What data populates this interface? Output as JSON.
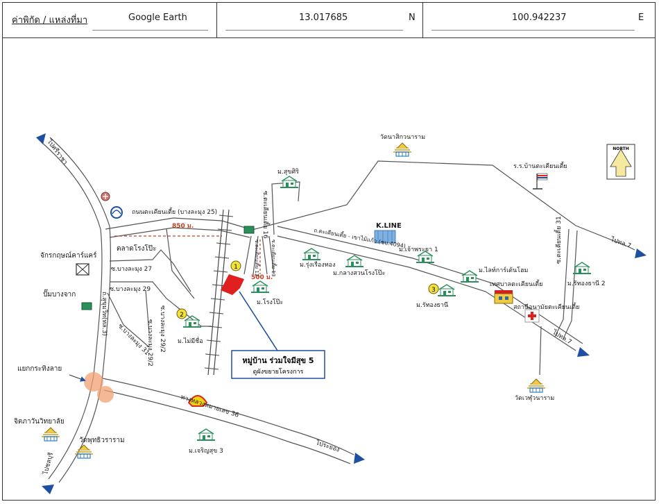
{
  "header": {
    "location_label": "ค่าพิกัด / แหล่งที่มา",
    "source": "Google Earth",
    "latitude": "13.017685",
    "lat_dir": "N",
    "longitude": "100.942237",
    "lon_dir": "E"
  },
  "compass": {
    "label": "NORTH"
  },
  "labels": {
    "to_sriracha": "ไปศรีราชา",
    "to_sriracha_bottom": "ไปชลบุรี",
    "to_rayong": "ไประยอง",
    "to_kho7_top": "ไปทล.7",
    "to_kho7_bottom": "ไปทล.7",
    "road_takhianti_bl25": "ถนนตะเคียนเตี้ย (บางละมุง 25)",
    "dist_850": "850 ม.",
    "dist_500": "500 ม.",
    "talat_rongpo": "ตลาดโรงโป๊ะ",
    "jakkrapong": "จักรกฤษณ์คาร์แคร์",
    "pump_bangjak": "ปั๊มบางจาก",
    "soi_bl27": "ซ.บางละมุง 27",
    "soi_bl29": "ซ.บางละมุง 29",
    "soi_bl29_2": "ซ.บางละมุง 29/2",
    "soi_bl31": "ซ.บางละมุง 31",
    "soi_bl29_2b": "ซ.บางละมุง 29/2",
    "sukhumvit": "ถ.สุขุมวิท(ทล.3)",
    "yaek_krathinglai": "แยกกระทิงลาย",
    "hw36": "ทางหลวงหมายเลข 36",
    "chitpa": "จิตภาวันวิทยาลัย",
    "wat_phutthi": "วัดพุทธิวราราม",
    "m_charoensuk3": "ม.เจริญสุข 3",
    "m_maimeesue": "ม.ไม่มีชื่อ",
    "m_sukkhiri": "ม.สุขศิริ",
    "soi_takhian16": "ซ.ตะเคียนเตี้ย 16",
    "soi_takhian12": "ซ.ตะเคียนเตี้ย 12",
    "soi_takhian13": "ซ.ตะเคียนเตี้ย 13",
    "m_rongpo": "ม.โรงโป๊ะ",
    "wat_satkawan": "วัดนาสิกวนาราม",
    "school_takhian": "ร.ร.บ้านตะเคียนเตี้ย",
    "kline": "K.LINE",
    "main_road": "ถ.ตะเคียนเตี้ย - เขาไม้แก้ว (ชบ.4094)",
    "m_ruangthong": "ม.รุ่งเรืองทอง",
    "m_klangsuan": "ม.กลางสวนโรงโป๊ะ",
    "m_chaophraya1": "ม.เจ้าพระยา 1",
    "m_thaikan": "ม.ไลท์การ์เด้นโฮม",
    "m_ruthong3": "ม.รัทองธานี",
    "thesaban": "เทศบาลตะเคียนเตี้ย",
    "health_station": "สถานีอนามัยตะเคียนเตี้ย",
    "soi_takhian31": "ซ.ตะเคียนเตี้ย 31",
    "m_ruthong2": "ม.รัทองธานี 2",
    "wat_huaiwaram": "วัดเวฬุวนาราม",
    "marker1": "1",
    "marker2": "2",
    "marker3": "3",
    "project_title": "หมู่บ้าน ร่วมใจมีสุข 5",
    "project_sub": "ดูผังขยายโครงการ"
  },
  "colors": {
    "road": "#555555",
    "red_marker": "#e02020",
    "arrow_blue": "#1f4fa0",
    "yellow_marker": "#f2e33a",
    "orange_circle": "#f0a070",
    "house_green": "#2a8f5a"
  },
  "icons": [
    "house-icon",
    "temple-icon",
    "flag-icon",
    "hospital-icon",
    "shell-logo",
    "ptt-logo",
    "compass-icon"
  ]
}
